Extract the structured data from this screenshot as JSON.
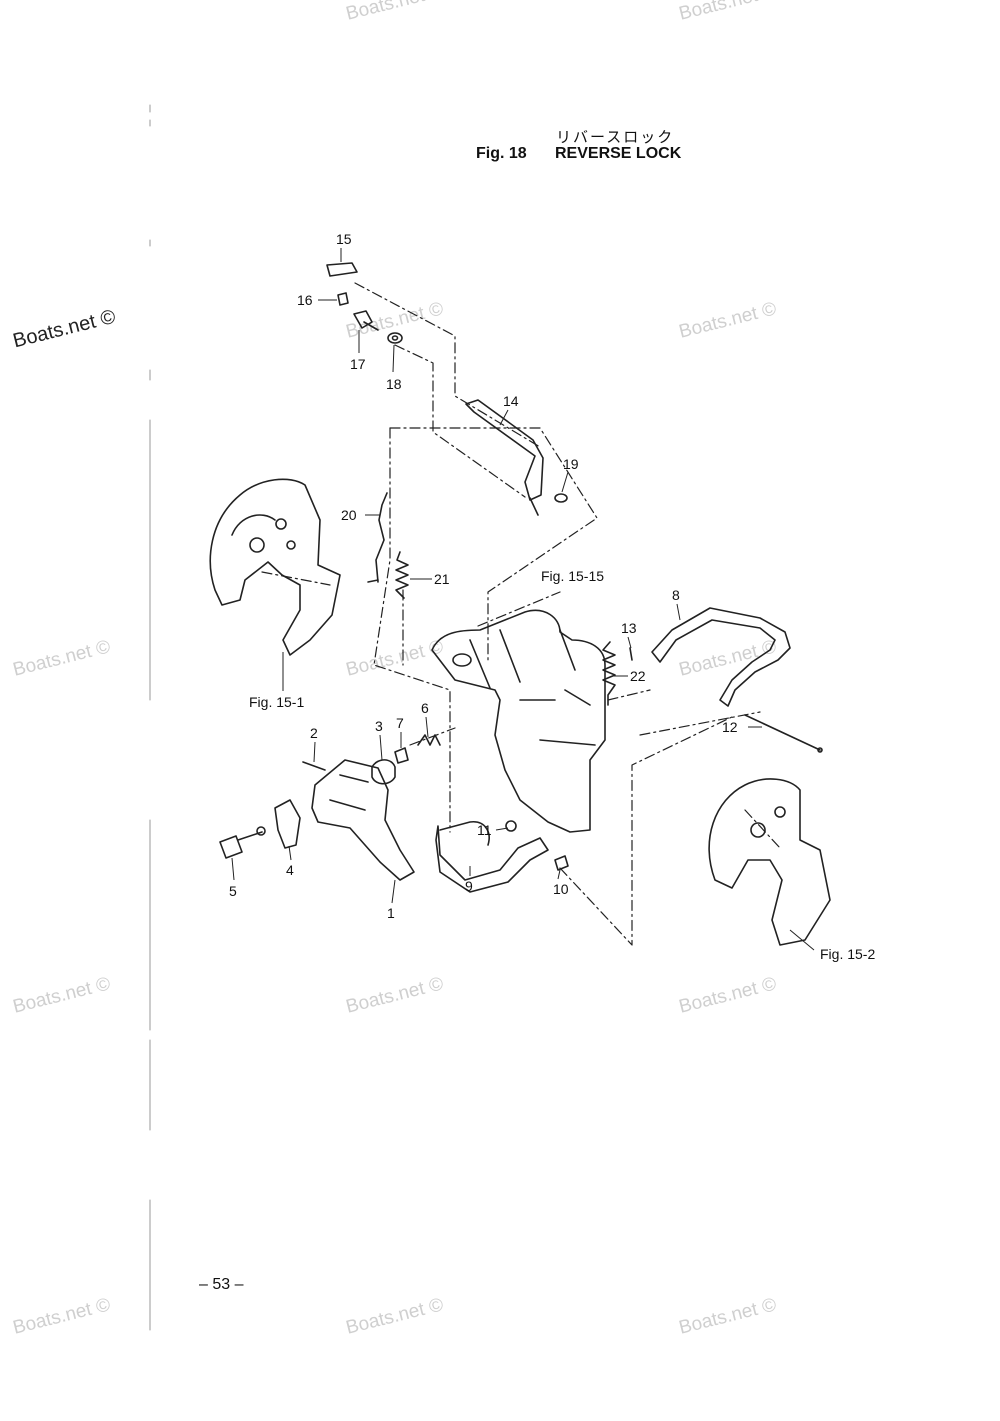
{
  "header": {
    "title_jp": "リバースロック",
    "fig_label": "Fig. 18",
    "title_en": "REVERSE LOCK"
  },
  "callouts": {
    "c1": "1",
    "c2": "2",
    "c3": "3",
    "c4": "4",
    "c5": "5",
    "c6": "6",
    "c7": "7",
    "c8": "8",
    "c9": "9",
    "c10": "10",
    "c11": "11",
    "c12": "12",
    "c13": "13",
    "c14": "14",
    "c15": "15",
    "c16": "16",
    "c17": "17",
    "c18": "18",
    "c19": "19",
    "c20": "20",
    "c21": "21",
    "c22": "22"
  },
  "references": {
    "fig_15_1": "Fig. 15-1",
    "fig_15_15": "Fig. 15-15",
    "fig_15_2": "Fig. 15-2"
  },
  "footer": {
    "page_number": "– 53 –"
  },
  "watermark": {
    "text": "Boats.net ©",
    "color": "#cfcfcf"
  }
}
